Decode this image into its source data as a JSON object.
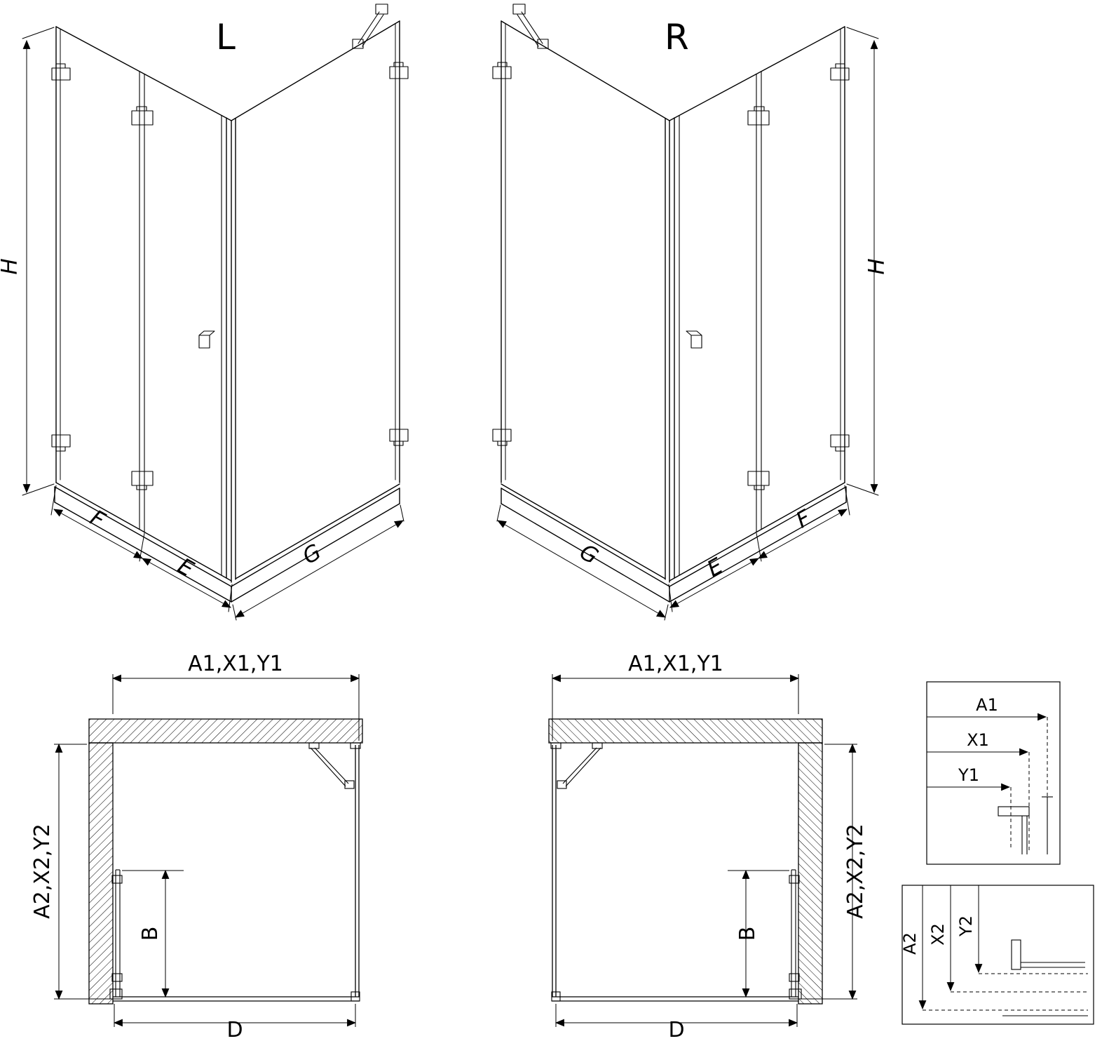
{
  "iso": {
    "left": {
      "variant": "L",
      "h": "H",
      "f": "F",
      "e": "E",
      "g": "G"
    },
    "right": {
      "variant": "R",
      "h": "H",
      "f": "F",
      "e": "E",
      "g": "G"
    }
  },
  "plan": {
    "left": {
      "top": "A1,X1,Y1",
      "side": "A2,X2,Y2",
      "b": "B",
      "d": "D"
    },
    "right": {
      "top": "A1,X1,Y1",
      "side": "A2,X2,Y2",
      "b": "B",
      "d": "D"
    }
  },
  "details": {
    "horizontal": {
      "a1": "A1",
      "x1": "X1",
      "y1": "Y1"
    },
    "vertical": {
      "a2": "A2",
      "x2": "X2",
      "y2": "Y2"
    }
  },
  "colors": {
    "line": "#000000",
    "background": "#ffffff"
  }
}
